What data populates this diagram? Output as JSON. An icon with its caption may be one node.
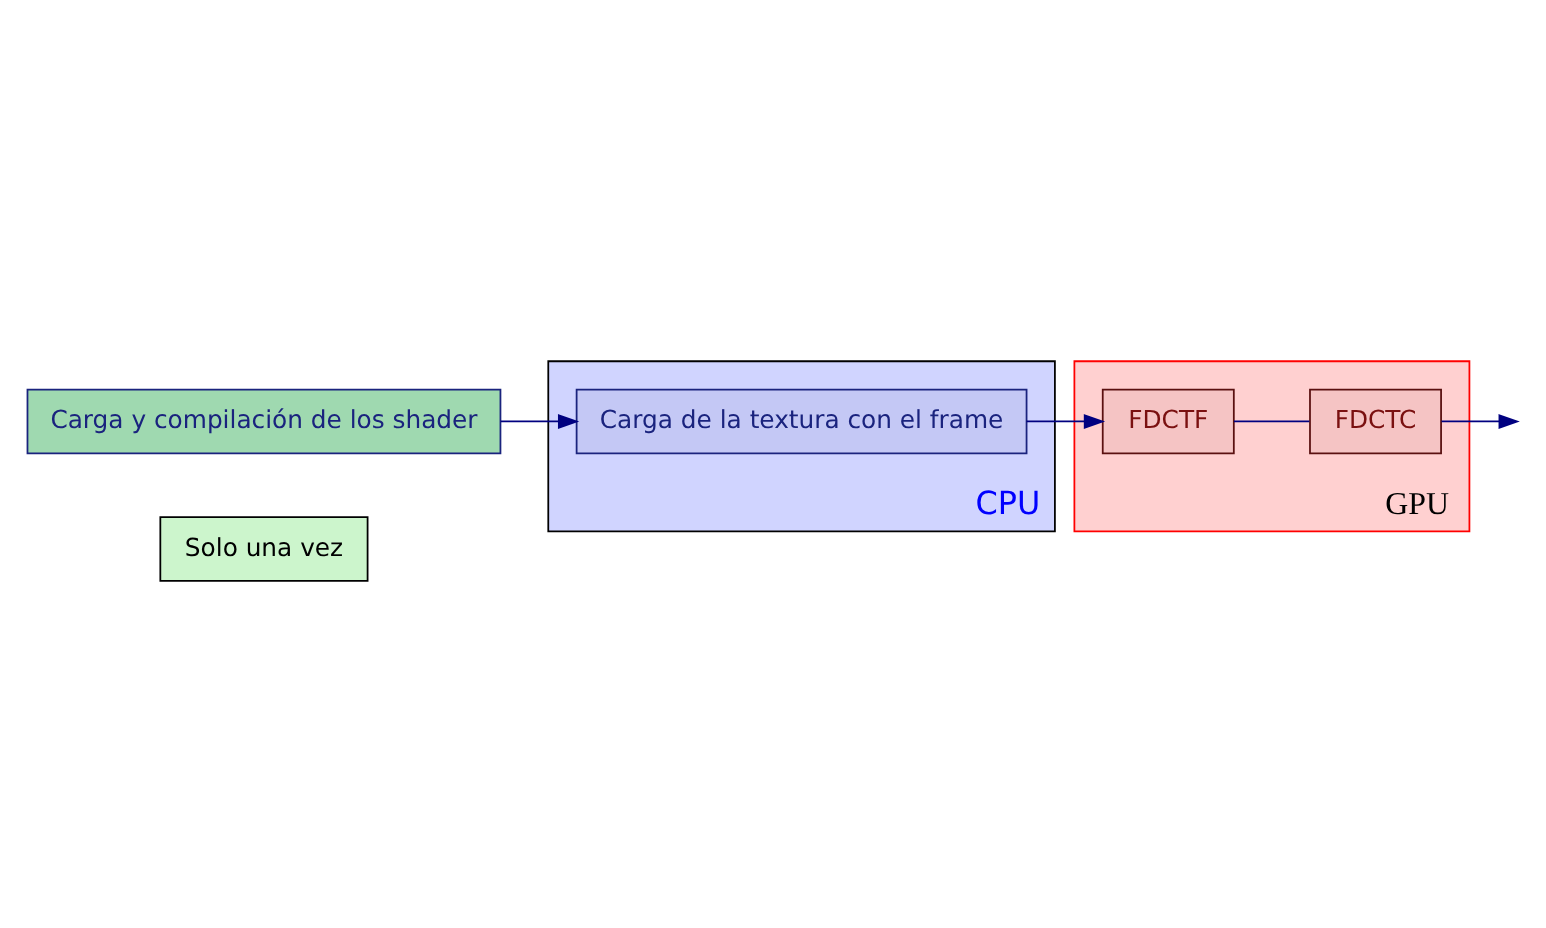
{
  "diagram": {
    "nodes": [
      {
        "text": [
          "Solo una vez"
        ]
      },
      {
        "text": [
          "Carga y compilación de los shader"
        ]
      },
      {
        "text": [
          "CPU"
        ]
      },
      {
        "text": [
          "Carga de la textura con el frame"
        ],
        "in": 2
      },
      {
        "text": [
          "GPU"
        ]
      },
      {
        "text": [
          "FDCTF"
        ],
        "in": 4
      },
      {
        "text": [
          "FDCTC"
        ],
        "in": 4
      }
    ],
    "edges": [
      {
        "from": 1,
        "to": 3,
        "arrow": "to"
      },
      {
        "from": 3,
        "to": 5,
        "arrow": "to"
      },
      {
        "from": 5,
        "to": 6,
        "arrow": "none"
      },
      {
        "from": 6,
        "to": null,
        "arrow": "to"
      }
    ]
  }
}
